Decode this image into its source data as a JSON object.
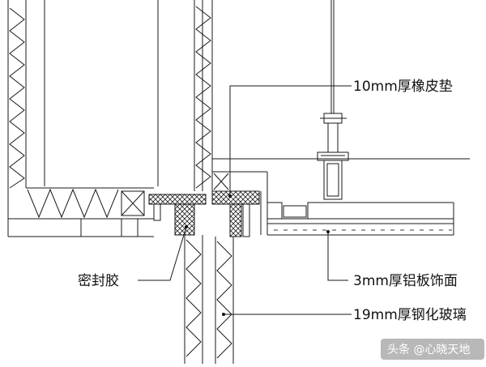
{
  "labels": {
    "rubber_pad": "10mm厚橡皮垫",
    "sealant": "密封胶",
    "aluminum_panel": "3mm厚铝板饰面",
    "glass": "19mm厚钢化玻璃"
  },
  "watermark": "头条 @心晓天地",
  "colors": {
    "line": "#1a1a1a",
    "background": "#ffffff"
  }
}
